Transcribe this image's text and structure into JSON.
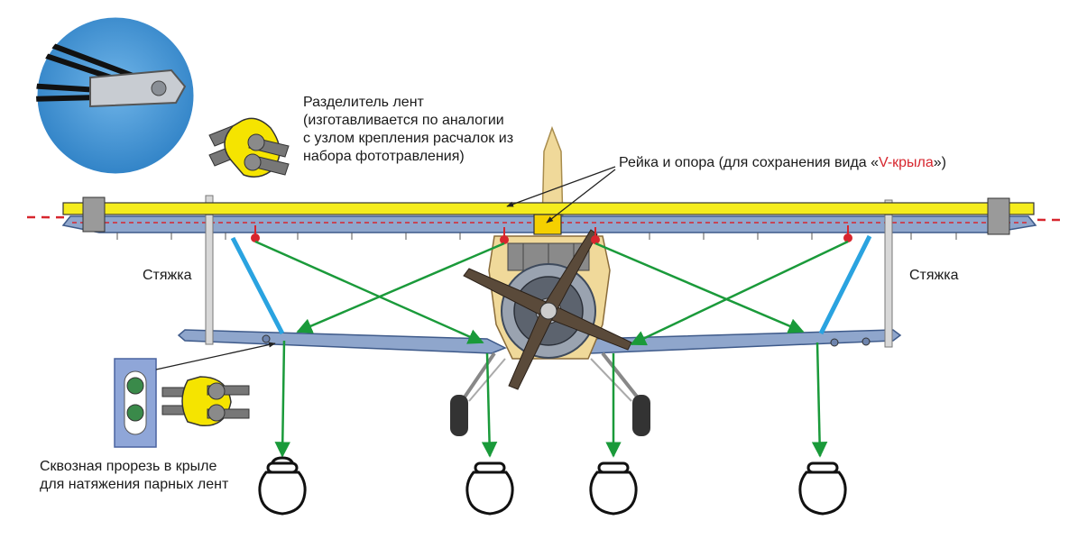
{
  "labels": {
    "separator": {
      "lines": [
        "Разделитель лент",
        "(изготавливается по аналогии",
        "с узлом крепления расчалок из",
        "набора фототравления)"
      ]
    },
    "rail": {
      "before": "Рейка и опора (для сохранения вида «",
      "highlight": "V-крыла",
      "after": "»)"
    },
    "tie_left": "Стяжка",
    "tie_right": "Стяжка",
    "slot": {
      "lines": [
        "Сквозная прорезь в крыле",
        "для натяжения парных лент"
      ]
    }
  },
  "icons": {
    "photo": "separator-photo-icon",
    "separator_upper": "ribbon-separator-icon",
    "separator_lower": "ribbon-separator-pair-icon",
    "slot": "wing-slot-icon",
    "weight": "kettlebell-icon"
  },
  "colors": {
    "rail": "#f5ec1e",
    "support": "#f5d000",
    "tension_line": "#1a9a3a",
    "flying_wire": "#2aa3e0",
    "centerline": "#d7262e",
    "wing": "#8fa6cc",
    "clamp": "#9a9a9a",
    "slot_panel": "#8fa6d8"
  }
}
